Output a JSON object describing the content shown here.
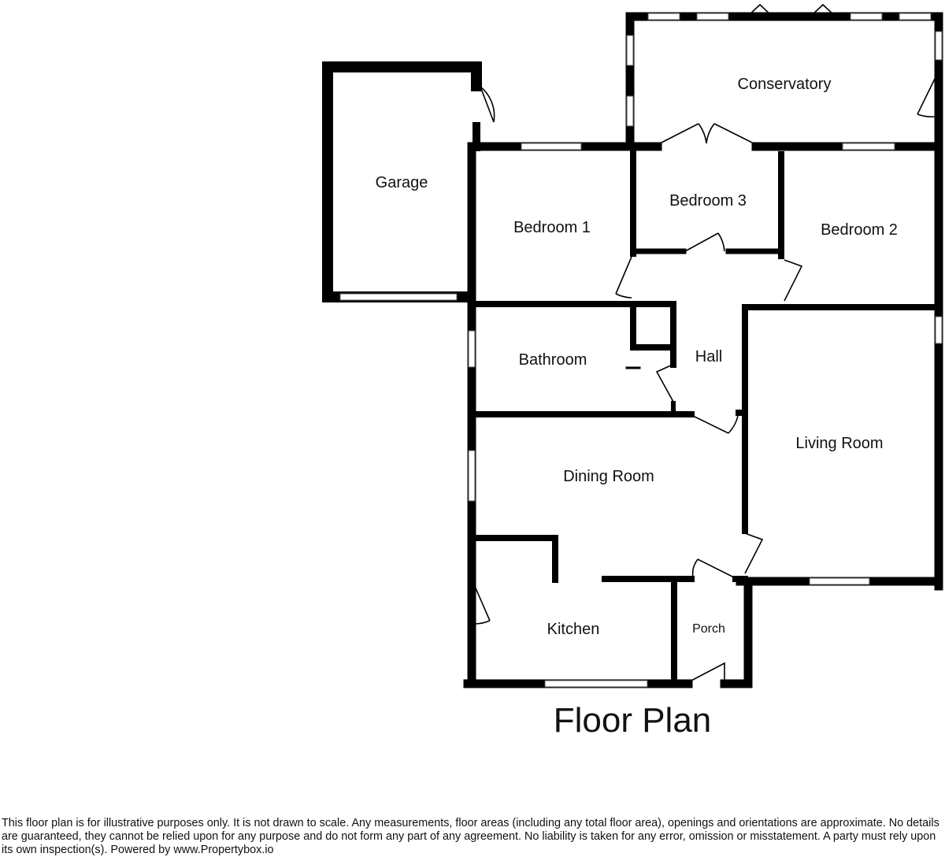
{
  "rooms": {
    "conservatory": "Conservatory",
    "garage": "Garage",
    "bedroom_1": "Bedroom 1",
    "bedroom_3": "Bedroom 3",
    "bedroom_2": "Bedroom 2",
    "bathroom": "Bathroom",
    "hall": "Hall",
    "living_room": "Living Room",
    "dining_room": "Dining Room",
    "kitchen": "Kitchen",
    "porch": "Porch"
  },
  "title": "Floor Plan",
  "disclaimer": "This floor plan is for illustrative purposes only. It is not drawn to scale. Any measurements, floor areas (including any total floor area), openings and orientations are approximate. No details are guaranteed, they cannot be relied upon for any purpose and do not form any part of any agreement. No liability is taken for any error, omission or misstatement. A party must rely upon its own inspection(s). Powered by www.Propertybox.io",
  "colors": {
    "wall": "#000000",
    "window_frame": "#555555",
    "window_fill": "#ffffff",
    "text": "#111111"
  }
}
